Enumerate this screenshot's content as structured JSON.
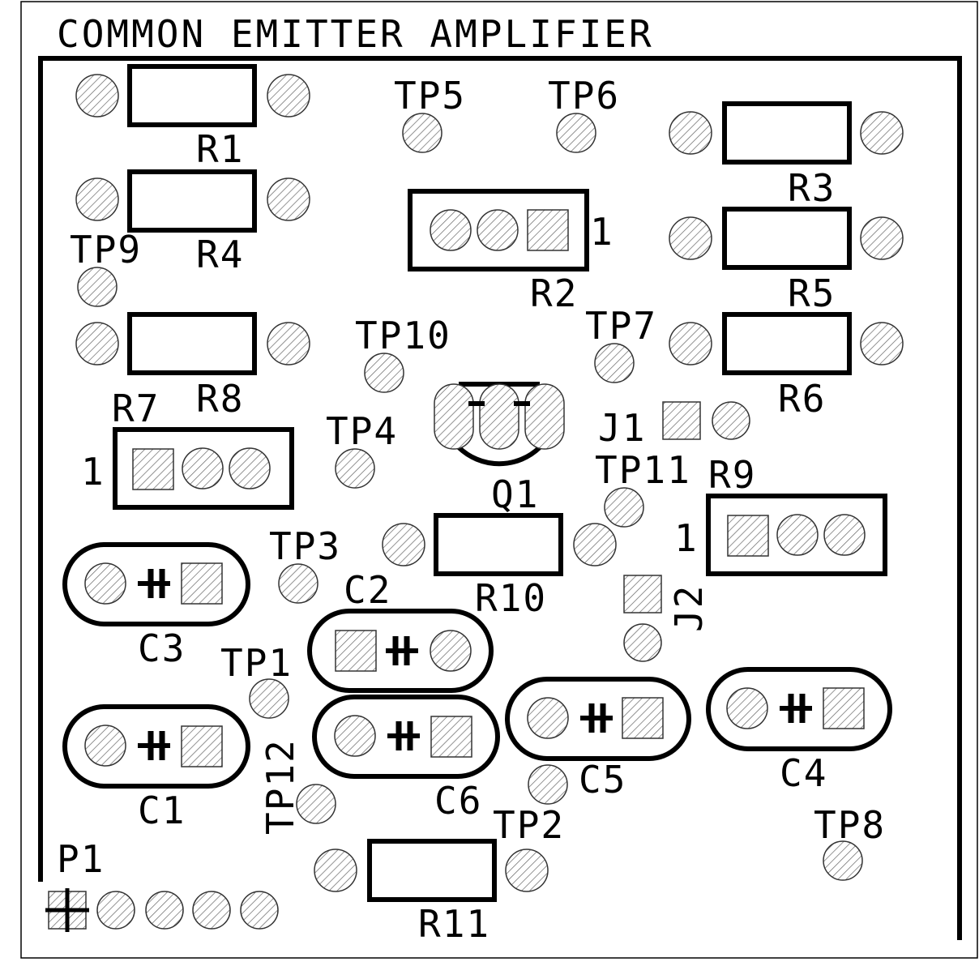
{
  "title": "COMMON EMITTER AMPLIFIER",
  "labels": {
    "R1": "R1",
    "R2": "R2",
    "R3": "R3",
    "R4": "R4",
    "R5": "R5",
    "R6": "R6",
    "R7": "R7",
    "R8": "R8",
    "R9": "R9",
    "R10": "R10",
    "R11": "R11",
    "C1": "C1",
    "C2": "C2",
    "C3": "C3",
    "C4": "C4",
    "C5": "C5",
    "C6": "C6",
    "Q1": "Q1",
    "J1": "J1",
    "J2": "J2",
    "P1": "P1",
    "TP1": "TP1",
    "TP2": "TP2",
    "TP3": "TP3",
    "TP4": "TP4",
    "TP5": "TP5",
    "TP6": "TP6",
    "TP7": "TP7",
    "TP8": "TP8",
    "TP9": "TP9",
    "TP10": "TP10",
    "TP11": "TP11",
    "TP12": "TP12",
    "pin1": "1"
  },
  "colors": {
    "ink": "#000000",
    "pad_hatch": "#555555",
    "background": "#ffffff"
  }
}
